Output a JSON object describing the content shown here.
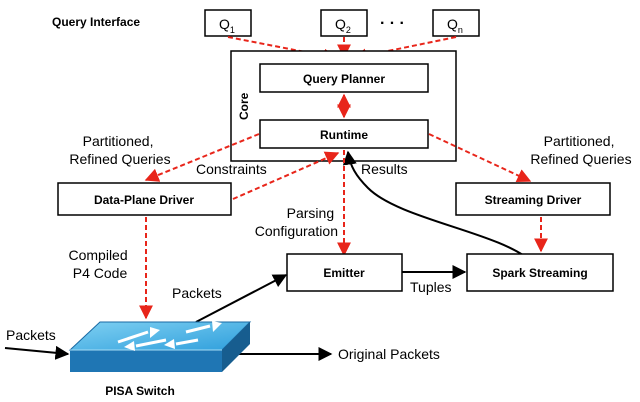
{
  "query_interface": {
    "label": "Query Interface",
    "queries": [
      {
        "base": "Q",
        "sub": "1"
      },
      {
        "base": "Q",
        "sub": "2"
      },
      {
        "base": "Q",
        "sub": "n"
      }
    ],
    "ellipsis": "· · ·"
  },
  "core": {
    "label": "Core",
    "planner": "Query Planner",
    "runtime": "Runtime"
  },
  "labels": {
    "left_partitioned": [
      "Partitioned,",
      "Refined Queries"
    ],
    "right_partitioned": [
      "Partitioned,",
      "Refined Queries"
    ],
    "constraints": "Constraints",
    "results": "Results",
    "parsing": [
      "Parsing",
      "Configuration"
    ],
    "compiled": [
      "Compiled",
      "P4 Code"
    ],
    "packets_up": "Packets",
    "packets_in": "Packets",
    "tuples": "Tuples",
    "original_packets": "Original Packets",
    "pisa_switch": "PISA Switch"
  },
  "boxes": {
    "data_plane_driver": "Data-Plane Driver",
    "streaming_driver": "Streaming Driver",
    "emitter": "Emitter",
    "spark_streaming": "Spark Streaming"
  },
  "colors": {
    "dashed_arrow": "#e8251a",
    "switch_top": "#4cb2e6",
    "switch_side": "#1f76b4"
  }
}
